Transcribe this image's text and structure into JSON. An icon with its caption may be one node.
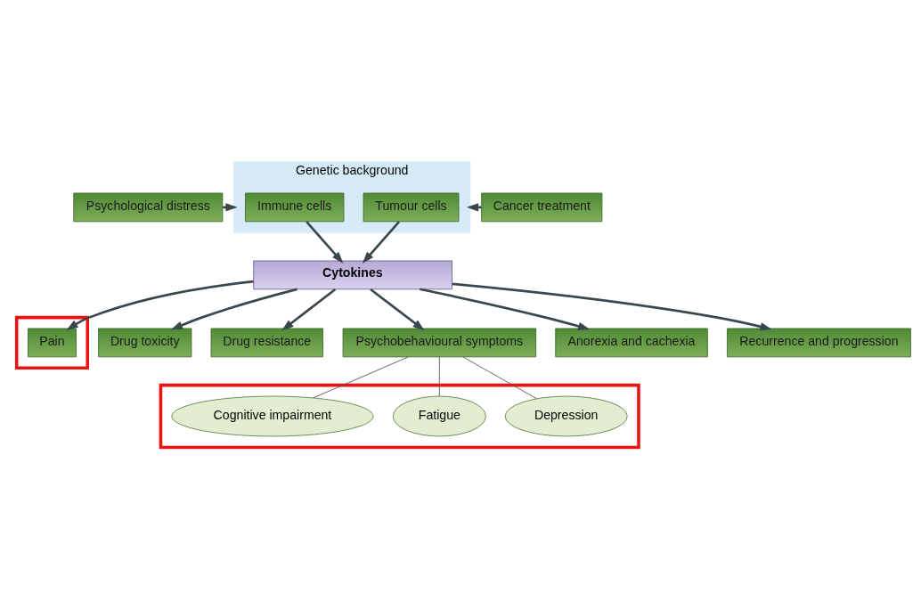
{
  "diagram": {
    "nodes": [
      {
        "text": [
          "Psychological distress"
        ]
      },
      {
        "text": [
          "Genetic background"
        ]
      },
      {
        "text": [
          "Immune cells"
        ],
        "in": 1
      },
      {
        "text": [
          "Tumour cells"
        ],
        "in": 1
      },
      {
        "text": [
          "Cancer treatment"
        ]
      },
      {
        "text": [
          "Cytokines"
        ]
      },
      {
        "text": [],
        "shape": "box"
      },
      {
        "text": [
          "Pain"
        ],
        "in": 6
      },
      {
        "text": [
          "Drug toxicity"
        ]
      },
      {
        "text": [
          "Drug resistance"
        ]
      },
      {
        "text": [
          "Psychobehavioural symptoms"
        ]
      },
      {
        "text": [
          "Anorexia and cachexia"
        ]
      },
      {
        "text": [
          "Recurrence and progression"
        ]
      },
      {
        "text": [],
        "shape": "box"
      },
      {
        "text": [
          "Cognitive impairment"
        ],
        "in": 13
      },
      {
        "text": [
          "Fatigue"
        ],
        "in": 13
      },
      {
        "text": [
          "Depression"
        ],
        "in": 13
      }
    ],
    "edges": [
      {
        "from": 0,
        "to": 1,
        "arrow": "to"
      },
      {
        "from": 4,
        "to": 1,
        "arrow": "to"
      },
      {
        "from": 2,
        "to": 5,
        "arrow": "to"
      },
      {
        "from": 3,
        "to": 5,
        "arrow": "to"
      },
      {
        "from": 5,
        "to": 7,
        "arrow": "to"
      },
      {
        "from": 5,
        "to": 8,
        "arrow": "to"
      },
      {
        "from": 5,
        "to": 9,
        "arrow": "to"
      },
      {
        "from": 5,
        "to": 10,
        "arrow": "to"
      },
      {
        "from": 5,
        "to": 11,
        "arrow": "to"
      },
      {
        "from": 5,
        "to": 12,
        "arrow": "to"
      },
      {
        "from": 10,
        "to": 14,
        "arrow": "none",
        "color": "#555555"
      },
      {
        "from": 10,
        "to": 15,
        "arrow": "none",
        "color": "#555555"
      },
      {
        "from": 10,
        "to": 16,
        "arrow": "none",
        "color": "#555555"
      }
    ]
  }
}
